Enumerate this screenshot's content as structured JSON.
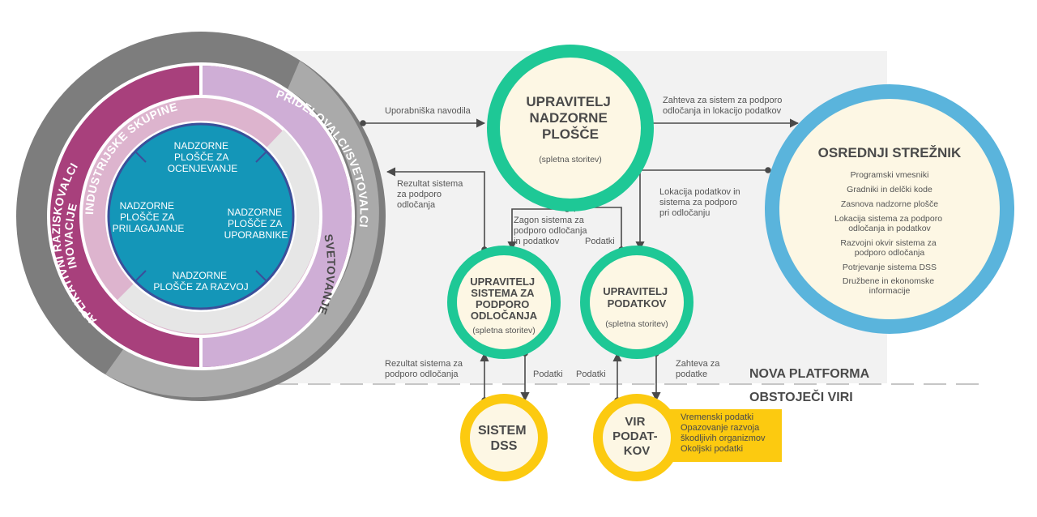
{
  "colors": {
    "green": "#1ec896",
    "blue": "#5ab4dc",
    "yellow": "#fcca10",
    "cream": "#fdf7e4",
    "grey_band": "#f2f2f2",
    "ring_dark_grey": "#7d7d7d",
    "ring_light_grey": "#aaaaaa",
    "ring_magenta": "#a8407c",
    "ring_lavender": "#cfaed6",
    "ring_pink": "#ddb4ce",
    "ring_pale": "#e6e6e6",
    "core_teal": "#1496b8",
    "core_border": "#3b4f9a",
    "arrow": "#4a4a4a"
  },
  "rings": {
    "outer_left": "INOVACIJE",
    "outer_right": "SVETOVANJE",
    "middle_left": "APLIKATIVNI RAZISKOVALCI",
    "middle_right": "PRIDELOVALCI/SVETOVALCI",
    "inner": "INDUSTRIJSKE SKUPINE"
  },
  "core": {
    "top": [
      "NADZORNE",
      "PLOŠČE ZA",
      "OCENJEVANJE"
    ],
    "left": [
      "NADZORNE",
      "PLOŠČE ZA",
      "PRILAGAJANJE"
    ],
    "right": [
      "NADZORNE",
      "PLOŠČE ZA",
      "UPORABNIKE"
    ],
    "bottom": [
      "NADZORNE",
      "PLOŠČE ZA RAZVOJ"
    ]
  },
  "nodes": {
    "dashboard_manager": {
      "title": [
        "UPRAVITELJ",
        "NADZORNE",
        "PLOŠČE"
      ],
      "subtitle": "(spletna storitev)"
    },
    "dss_manager": {
      "title": [
        "UPRAVITELJ",
        "SISTEMA ZA",
        "PODPORO",
        "ODLOČANJA"
      ],
      "subtitle": "(spletna storitev)"
    },
    "data_manager": {
      "title": [
        "UPRAVITELJ",
        "PODATKOV"
      ],
      "subtitle": "(spletna storitev)"
    },
    "central_server": {
      "title": "OSREDNJI STREŽNIK",
      "items": [
        [
          "Programski vmesniki"
        ],
        [
          "Gradniki in delčki kode"
        ],
        [
          "Zasnova nadzorne plošče"
        ],
        [
          "Lokacija sistema za podporo",
          "odločanja in podatkov"
        ],
        [
          "Razvojni okvir sistema za",
          "podporo odločanja"
        ],
        [
          "Potrjevanje sistema DSS"
        ],
        [
          "Družbene in ekonomske",
          "informacije"
        ]
      ]
    },
    "dss_system": {
      "title": [
        "SISTEM",
        "DSS"
      ]
    },
    "data_source": {
      "title": [
        "VIR",
        "PODAT-",
        "KOV"
      ]
    }
  },
  "data_source_box": [
    "Vremenski podatki",
    "Opazovanje razvoja",
    "škodljivih organizmov",
    "Okoljski podatki"
  ],
  "labels": {
    "user_guidance": [
      "Uporabniška navodila"
    ],
    "dss_result_top": [
      "Rezultat sistema",
      "za podporo",
      "odločanja"
    ],
    "request_dss_location": [
      "Zahteva za sistem za podporo",
      "odločanja in lokacijo podatkov"
    ],
    "dss_data_location": [
      "Lokacija podatkov in",
      "sistema za podporo",
      "pri odločanju"
    ],
    "launch_dss": [
      "Zagon sistema za",
      "podporo odločanja",
      "in podatkov"
    ],
    "data_mid": [
      "Podatki"
    ],
    "dss_result_bottom": [
      "Rezultat sistema za",
      "podporo odločanja"
    ],
    "data_bottom_left": [
      "Podatki"
    ],
    "data_bottom_mid": [
      "Podatki"
    ],
    "data_request": [
      "Zahteva za",
      "podatke"
    ]
  },
  "platform": {
    "new": "NOVA PLATFORMA",
    "existing": "OBSTOJEČI VIRI"
  }
}
